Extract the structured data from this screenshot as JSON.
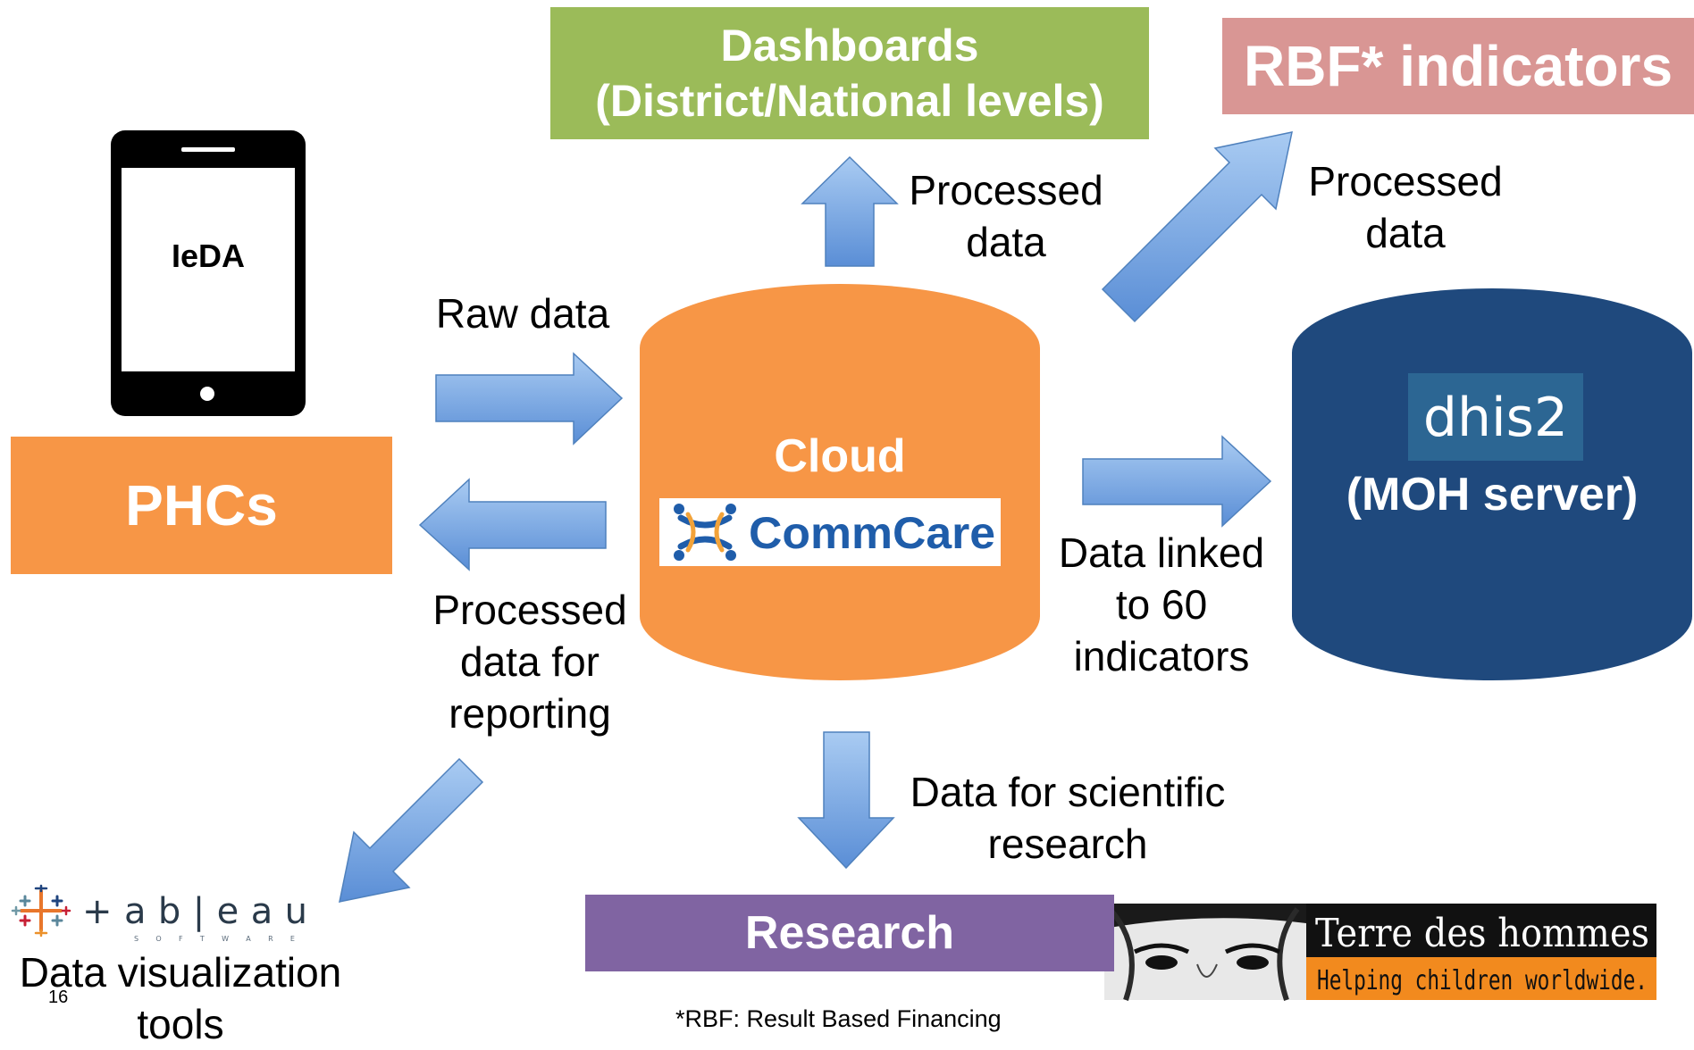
{
  "nodes": {
    "phone_label": "IeDA",
    "phcs": "PHCs",
    "dashboards": [
      "Dashboards",
      "(District/National levels)"
    ],
    "rbf": "RBF* indicators",
    "cloud_title": "Cloud",
    "commcare_logo": "CommCare",
    "dhis2_logo": "dhis2",
    "moh_server": "(MOH server)",
    "research": "Research",
    "tableau_logo": "+ a b | e a u",
    "tableau_sub": "S O F T W A R E",
    "terre_title": "Terre des hommes",
    "terre_tagline": "Helping children worldwide."
  },
  "edges": {
    "raw_data": [
      "Raw data"
    ],
    "processed_dashboards": [
      "Processed",
      "data"
    ],
    "processed_rbf": [
      "Processed",
      "data"
    ],
    "processed_reporting": [
      "Processed",
      "data for",
      "reporting"
    ],
    "linked_indicators": [
      "Data linked",
      "to 60",
      "indicators"
    ],
    "scientific": [
      "Data for scientific",
      "research"
    ],
    "data_viz": [
      "Data visualization",
      "tools"
    ]
  },
  "footnote": "*RBF: Result Based Financing",
  "page_number": "16",
  "colors": {
    "orange": "#F79646",
    "green": "#9BBB59",
    "pink": "#D99694",
    "navy": "#1F497D",
    "purple": "#8064A2",
    "arrow_top": "#9DC3F0",
    "arrow_bottom": "#5B8FD8",
    "arrow_stroke": "#4F81BD"
  }
}
